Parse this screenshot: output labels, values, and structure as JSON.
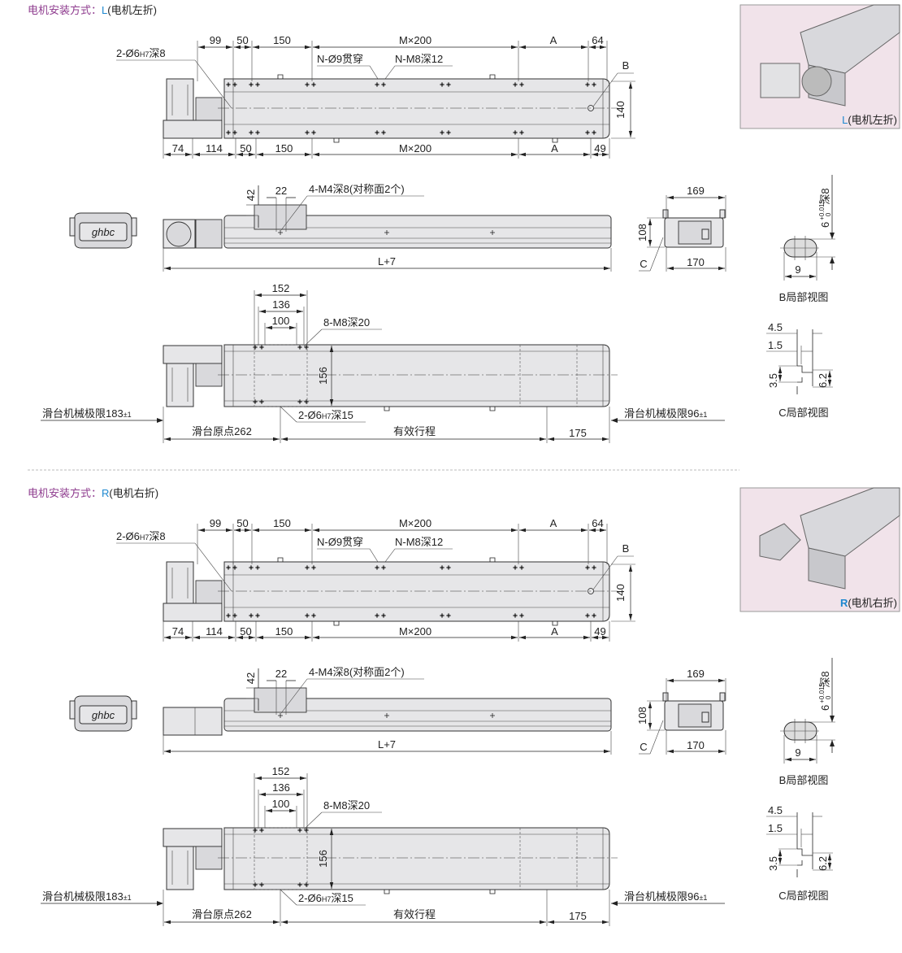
{
  "colors": {
    "heading": "#8e3b8e",
    "accent": "#1e88d0",
    "inset_bg": "#f1e3ea",
    "text": "#222222"
  },
  "sections": [
    {
      "heading_prefix": "电机安装方式：",
      "mode_letter": "L",
      "mode_text": "(电机左折)",
      "inset_caption_letter": "L",
      "inset_caption_text": "(电机左折)",
      "top_view": {
        "dims_top": [
          "99",
          "50",
          "150",
          "M×200",
          "A",
          "64"
        ],
        "dims_bottom": [
          "74",
          "114",
          "50",
          "150",
          "M×200",
          "A",
          "49"
        ],
        "pin_hole": {
          "pre": "2-Ø6",
          "sub": "H7",
          "post": "深8"
        },
        "through_hole": "N-Ø9贯穿",
        "tapped_hole": "N-M8深12",
        "detail_b_marker": "B",
        "height": "140"
      },
      "side_view": {
        "logo": "ghbc",
        "slider_height": "42",
        "slider_pitch": "22",
        "slider_holes": "4-M4深8(对称面2个)",
        "overall_length": "L+7",
        "end_width_top": "169",
        "end_height": "108",
        "end_width_bottom": "170",
        "detail_c_marker": "C"
      },
      "bottom_view": {
        "d152": "152",
        "d136": "136",
        "d100": "100",
        "slider_holes": "8-M8深20",
        "slider_width": "156",
        "limit_left": {
          "text": "滑台机械极限183",
          "tol": "±1"
        },
        "slider_pin": {
          "pre": "2-Ø6",
          "sub": "H7",
          "post": "深15"
        },
        "origin": "滑台原点262",
        "stroke": "有效行程",
        "end_offset": "175",
        "limit_right": {
          "text": "滑台机械极限96",
          "tol": "±1"
        }
      },
      "detail_b": {
        "size": "6",
        "tol_upper": "+0.015",
        "tol_lower": "0",
        "depth": "深8",
        "width": "9",
        "caption": "B局部视图"
      },
      "detail_c": {
        "d1": "4.5",
        "d2": "1.5",
        "d3": "3.5",
        "d4": "6.2",
        "caption": "C局部视图"
      }
    },
    {
      "heading_prefix": "电机安装方式：",
      "mode_letter": "R",
      "mode_text": "(电机右折)",
      "inset_caption_letter": "R",
      "inset_caption_text": "(电机右折)",
      "top_view": {
        "dims_top": [
          "99",
          "50",
          "150",
          "M×200",
          "A",
          "64"
        ],
        "dims_bottom": [
          "74",
          "114",
          "50",
          "150",
          "M×200",
          "A",
          "49"
        ],
        "pin_hole": {
          "pre": "2-Ø6",
          "sub": "H7",
          "post": "深8"
        },
        "through_hole": "N-Ø9贯穿",
        "tapped_hole": "N-M8深12",
        "detail_b_marker": "B",
        "height": "140"
      },
      "side_view": {
        "logo": "ghbc",
        "slider_height": "42",
        "slider_pitch": "22",
        "slider_holes": "4-M4深8(对称面2个)",
        "overall_length": "L+7",
        "end_width_top": "169",
        "end_height": "108",
        "end_width_bottom": "170",
        "detail_c_marker": "C"
      },
      "bottom_view": {
        "d152": "152",
        "d136": "136",
        "d100": "100",
        "slider_holes": "8-M8深20",
        "slider_width": "156",
        "limit_left": {
          "text": "滑台机械极限183",
          "tol": "±1"
        },
        "slider_pin": {
          "pre": "2-Ø6",
          "sub": "H7",
          "post": "深15"
        },
        "origin": "滑台原点262",
        "stroke": "有效行程",
        "end_offset": "175",
        "limit_right": {
          "text": "滑台机械极限96",
          "tol": "±1"
        }
      },
      "detail_b": {
        "size": "6",
        "tol_upper": "+0.015",
        "tol_lower": "0",
        "depth": "深8",
        "width": "9",
        "caption": "B局部视图"
      },
      "detail_c": {
        "d1": "4.5",
        "d2": "1.5",
        "d3": "3.5",
        "d4": "6.2",
        "caption": "C局部视图"
      }
    }
  ]
}
